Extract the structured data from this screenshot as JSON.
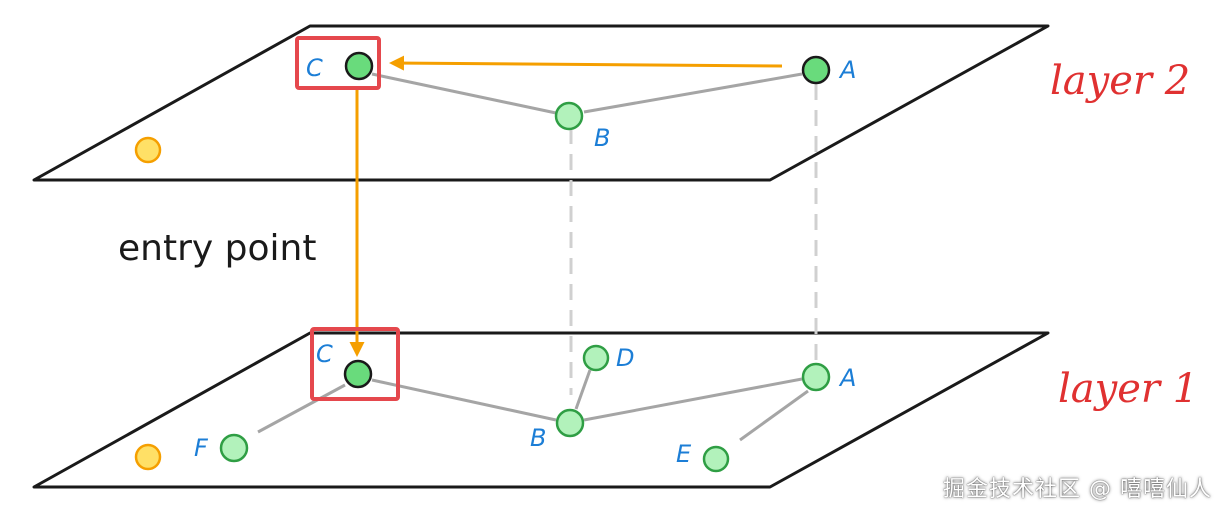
{
  "layers": {
    "top_label": "layer 2",
    "bottom_label": "layer 1"
  },
  "entry_point_label": "entry point",
  "top_nodes": {
    "c": "C",
    "a": "A",
    "b": "B"
  },
  "bottom_nodes": {
    "c": "C",
    "d": "D",
    "a": "A",
    "b": "B",
    "f": "F",
    "e": "E"
  },
  "watermark": "掘金技术社区 @ 嘻嘻仙人",
  "colors": {
    "plane_stroke": "#1a1a1a",
    "node_fill": "#b2f2bb",
    "node_stroke": "#2f9e44",
    "entry_node_fill": "#69db7c",
    "entry_node_stroke": "#1a1a1a",
    "orphan_fill": "#ffe066",
    "orphan_stroke": "#f59f00",
    "edge": "#a5a5a5",
    "vertical_link": "#d0d0d0",
    "arrow": "#f59f00",
    "highlight_box": "#e5484d",
    "node_label": "#1c7ed6",
    "layer_label": "#e03131",
    "entry_label": "#1a1a1a"
  }
}
